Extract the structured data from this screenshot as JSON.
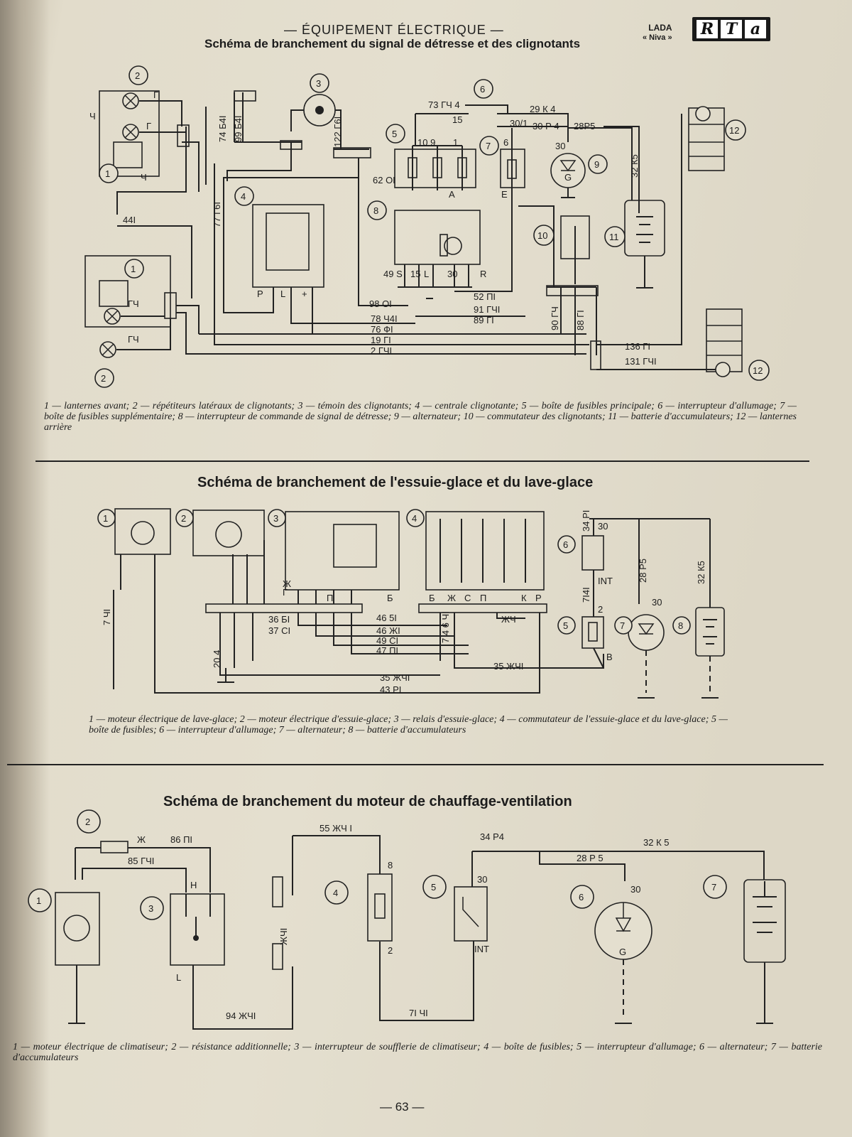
{
  "header": {
    "title": "— ÉQUIPEMENT ÉLECTRIQUE —",
    "brand": "LADA",
    "model": "« Niva »",
    "logo_letters": [
      "R",
      "T",
      "a"
    ]
  },
  "section1": {
    "title": "Schéma de branchement du signal de détresse et des clignotants",
    "caption": "1 — lanternes avant; 2 — répétiteurs latéraux de clignotants; 3 — témoin des clignotants; 4 — centrale clignotante; 5 — boîte de fusibles principale; 6 — interrupteur d'allumage; 7 — boîte de fusibles supplémentaire; 8 — interrupteur de commande de signal de détresse; 9 — alternateur; 10 — commutateur des clignotants; 11 — batterie d'accumulateurs; 12 — lanternes arrière",
    "markers": [
      "2",
      "3",
      "6",
      "5",
      "7",
      "9",
      "12",
      "1",
      "4",
      "8",
      "10",
      "11",
      "1",
      "2",
      "12"
    ],
    "wires": [
      "73 ГЧ 4",
      "29 К 4",
      "30 Р 4",
      "28Р5",
      "15",
      "30/1",
      "10 9",
      "1",
      "6",
      "30",
      "74 Б4І",
      "99 Б4І",
      "122 Г6І",
      "77 Г6І",
      "62 ОІ",
      "32 К5",
      "44І",
      "49 S",
      "15",
      "L",
      "30",
      "R",
      "98 ОІ",
      "78 Ч4І",
      "76 ФІ",
      "19 ГІ",
      "2 ГЧІ",
      "52 ПІ",
      "91 ГЧІ",
      "89 ГІ",
      "90 ГЧ",
      "88 ГІ",
      "136 ГІ",
      "131 ГЧІ",
      "P",
      "L",
      "+",
      "A",
      "E",
      "G",
      "Г",
      "Г",
      "Ч",
      "Ч",
      "ГЧ",
      "ГЧ"
    ]
  },
  "section2": {
    "title": "Schéma de branchement de l'essuie-glace et du lave-glace",
    "caption": "1 — moteur électrique de lave-glace; 2 — moteur électrique d'essuie-glace; 3 — relais d'essuie-glace; 4 — commutateur de l'essuie-glace et du lave-glace; 5 — boîte de fusibles; 6 — interrupteur d'allumage; 7 — alternateur; 8 — batterie d'accumulateurs",
    "markers": [
      "1",
      "2",
      "3",
      "4",
      "6",
      "5",
      "7",
      "8"
    ],
    "wires": [
      "34 РІ",
      "30",
      "INT",
      "7І4І",
      "2",
      "B",
      "28 Р5",
      "30",
      "32 К5",
      "7 ЧІ",
      "20 4",
      "36 БІ",
      "37 СІ",
      "46 5І",
      "46 ЖІ",
      "49 СІ",
      "47 ПІ",
      "35 ЖЧІ",
      "35 ЖЧІ",
      "43 РІ",
      "7 4 6 ЧІ",
      "ЖЧ",
      "Г",
      "Ж",
      "П",
      "Б",
      "Б",
      "Ж",
      "С",
      "П",
      "К",
      "Р"
    ]
  },
  "section3": {
    "title": "Schéma de branchement du moteur de chauffage-ventilation",
    "caption": "1 — moteur électrique de climatiseur; 2 — résistance additionnelle; 3 — interrupteur de soufflerie de climatiseur; 4 — boîte de fusibles; 5 — interrupteur d'allumage; 6 — alternateur; 7 — batterie d'accumulateurs",
    "markers": [
      "2",
      "1",
      "3",
      "4",
      "5",
      "6",
      "7"
    ],
    "wires": [
      "Ж",
      "86 ПІ",
      "85 ГЧІ",
      "Н",
      "L",
      "55 ЖЧ І",
      "ЖЧІ",
      "8",
      "2",
      "34 Р4",
      "30",
      "INT",
      "28 Р 5",
      "32 К 5",
      "30",
      "G",
      "94 ЖЧІ",
      "7І ЧІ"
    ]
  },
  "footer": {
    "page_number": "— 63 —"
  }
}
